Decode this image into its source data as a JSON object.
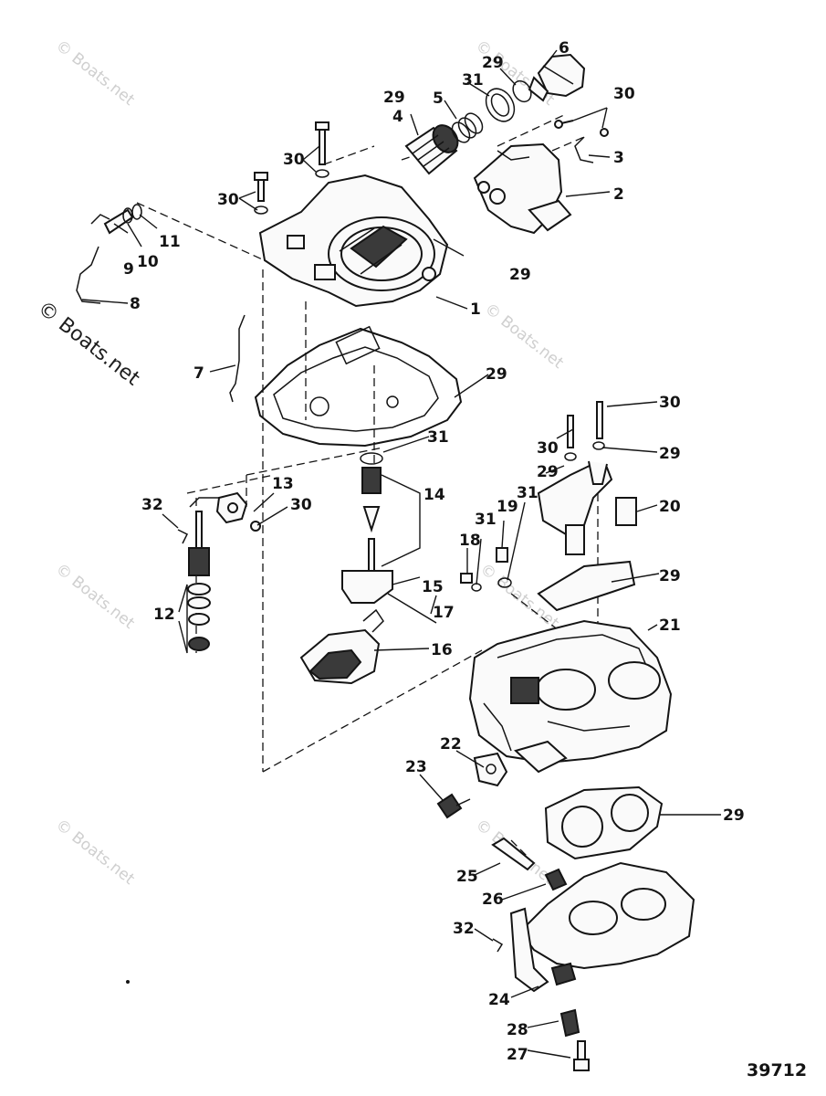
{
  "diagram": {
    "figure_number": "39712",
    "watermark": "© Boats.net",
    "callouts": [
      "1",
      "2",
      "3",
      "4",
      "5",
      "6",
      "7",
      "8",
      "9",
      "10",
      "11",
      "12",
      "13",
      "14",
      "15",
      "16",
      "17",
      "18",
      "19",
      "20",
      "21",
      "22",
      "23",
      "24",
      "25",
      "26",
      "27",
      "28",
      "29",
      "30",
      "31",
      "32"
    ]
  }
}
